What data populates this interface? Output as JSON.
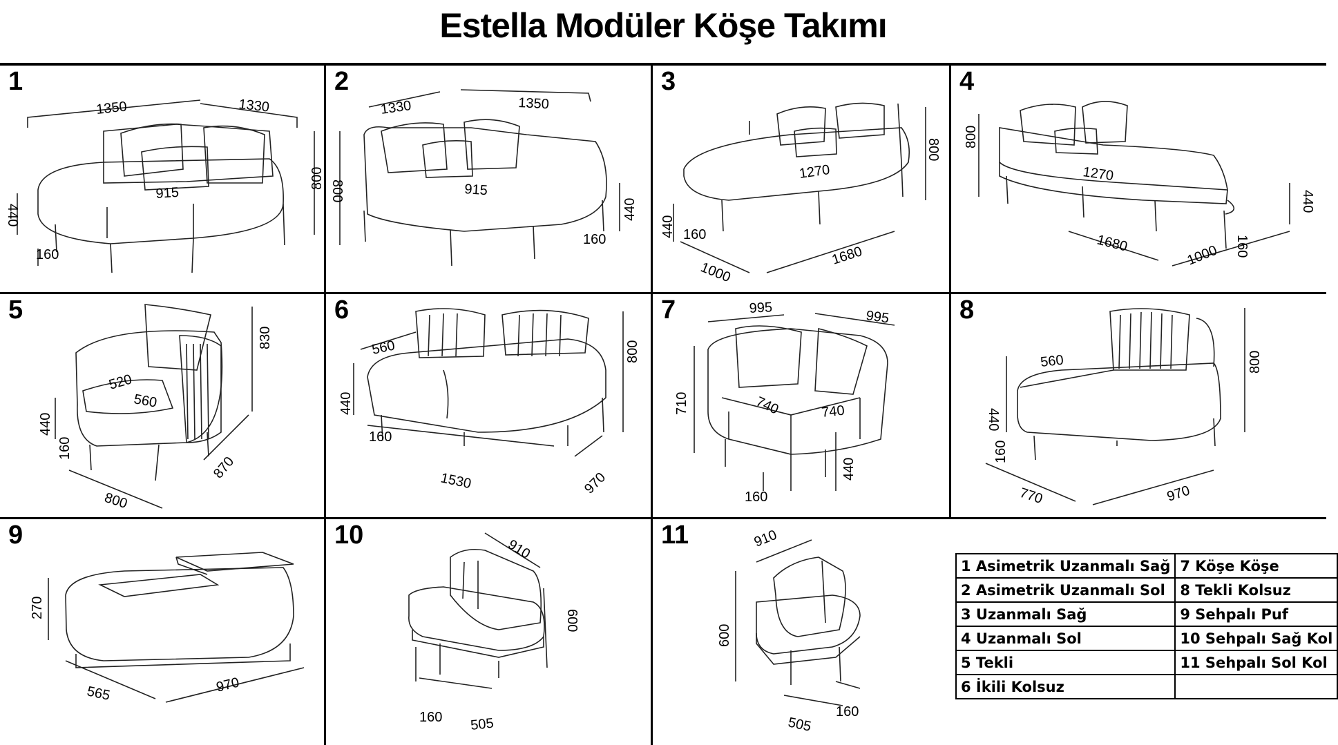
{
  "title": "Estella Modüler Köşe Takımı",
  "modules": [
    {
      "number": "1",
      "dims": [
        "1350",
        "1330",
        "915",
        "800",
        "440",
        "160"
      ]
    },
    {
      "number": "2",
      "dims": [
        "1330",
        "1350",
        "915",
        "800",
        "440",
        "160"
      ]
    },
    {
      "number": "3",
      "dims": [
        "1270",
        "800",
        "440",
        "160",
        "1000",
        "1680"
      ]
    },
    {
      "number": "4",
      "dims": [
        "1270",
        "800",
        "440",
        "160",
        "1680",
        "1000"
      ]
    },
    {
      "number": "5",
      "dims": [
        "830",
        "520",
        "560",
        "440",
        "160",
        "870",
        "800"
      ]
    },
    {
      "number": "6",
      "dims": [
        "560",
        "800",
        "440",
        "160",
        "1530",
        "970"
      ]
    },
    {
      "number": "7",
      "dims": [
        "995",
        "995",
        "710",
        "740",
        "740",
        "440",
        "160"
      ]
    },
    {
      "number": "8",
      "dims": [
        "560",
        "800",
        "440",
        "160",
        "770",
        "970"
      ]
    },
    {
      "number": "9",
      "dims": [
        "270",
        "565",
        "970"
      ]
    },
    {
      "number": "10",
      "dims": [
        "910",
        "600",
        "160",
        "505"
      ]
    },
    {
      "number": "11",
      "dims": [
        "910",
        "600",
        "505",
        "160"
      ]
    }
  ],
  "legend": [
    [
      "1  Asimetrik Uzanmalı Sağ",
      "7  Köşe Köşe"
    ],
    [
      "2  Asimetrik Uzanmalı Sol",
      "8  Tekli Kolsuz"
    ],
    [
      "3  Uzanmalı Sağ",
      "9  Sehpalı Puf"
    ],
    [
      "4  Uzanmalı Sol",
      "10  Sehpalı Sağ Kol"
    ],
    [
      "5  Tekli",
      "11  Sehpalı Sol Kol"
    ],
    [
      "6  İkili Kolsuz",
      ""
    ]
  ]
}
